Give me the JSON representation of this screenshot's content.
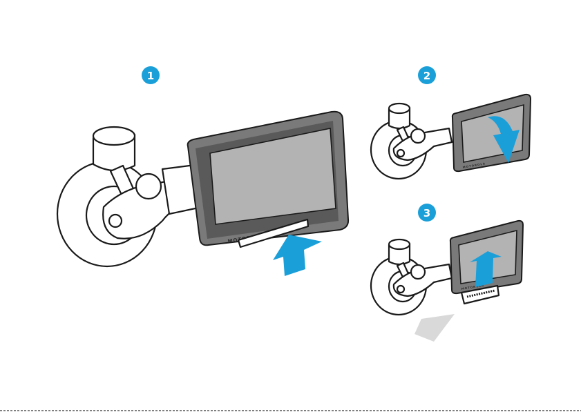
{
  "steps": [
    {
      "number": "1",
      "brand": "MOTOROLA",
      "arrow": "up-arrow"
    },
    {
      "number": "2",
      "brand": "MOTOROLA",
      "arrow": "rotate-down-arrow"
    },
    {
      "number": "3",
      "brand": "MOTOROLA",
      "arrow": "up-arrow"
    }
  ],
  "colors": {
    "accent": "#1a9fd9",
    "glass": "#b3b3b3",
    "ink": "#1a1a1a"
  }
}
